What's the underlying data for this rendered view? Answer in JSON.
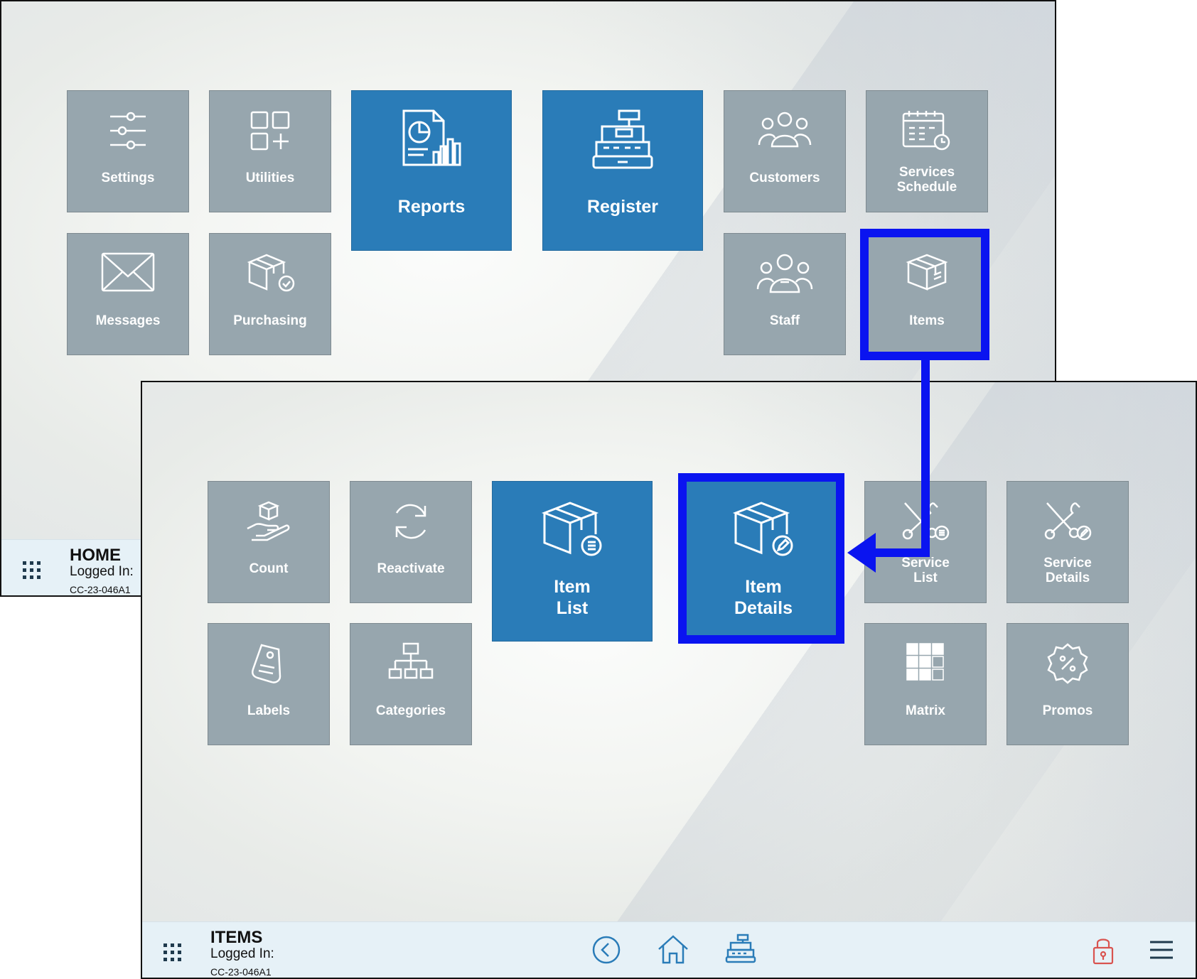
{
  "home": {
    "tiles": {
      "settings": "Settings",
      "utilities": "Utilities",
      "reports": "Reports",
      "register": "Register",
      "customers": "Customers",
      "services_schedule_line1": "Services",
      "services_schedule_line2": "Schedule",
      "messages": "Messages",
      "purchasing": "Purchasing",
      "staff": "Staff",
      "items": "Items"
    },
    "status": {
      "title": "HOME",
      "logged_in": "Logged In:",
      "station": "CC-23-046A1"
    }
  },
  "items": {
    "tiles": {
      "count": "Count",
      "reactivate": "Reactivate",
      "item_list_line1": "Item",
      "item_list_line2": "List",
      "item_details_line1": "Item",
      "item_details_line2": "Details",
      "service_list_line1": "Service",
      "service_list_line2": "List",
      "service_details_line1": "Service",
      "service_details_line2": "Details",
      "labels": "Labels",
      "categories": "Categories",
      "matrix": "Matrix",
      "promos": "Promos"
    },
    "status": {
      "title": "ITEMS",
      "logged_in": "Logged In:",
      "station": "CC-23-046A1"
    }
  },
  "colors": {
    "tile_gray": "#97a6ae",
    "tile_blue": "#2a7cb8",
    "highlight": "#0a14f0",
    "status_bar": "#e6f1f7",
    "lock": "#d9534f"
  },
  "icons": {
    "bottom_nav": [
      "back-icon",
      "home-icon",
      "register-icon"
    ],
    "right": [
      "lock-icon",
      "menu-icon"
    ]
  }
}
